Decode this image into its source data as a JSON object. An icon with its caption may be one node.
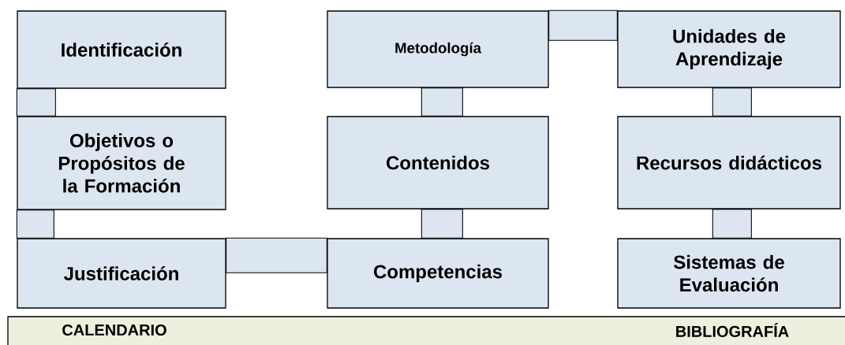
{
  "diagram": {
    "nodes": [
      {
        "text": [
          "Identificación"
        ]
      },
      {
        "text": [
          "Objetivos o Propósitos de la Formación"
        ]
      },
      {
        "text": [
          "Justificación"
        ]
      },
      {
        "text": [
          "Metodología"
        ]
      },
      {
        "text": [
          "Contenidos"
        ]
      },
      {
        "text": [
          "Competencias"
        ]
      },
      {
        "text": [
          "Unidades de Aprendizaje"
        ]
      },
      {
        "text": [
          "Recursos didácticos"
        ]
      },
      {
        "text": [
          "Sistemas de Evaluación"
        ]
      },
      {
        "text": [
          "CALENDARIO",
          "BIBLIOGRAFÍA"
        ]
      }
    ],
    "edges": [
      {
        "from": 0,
        "to": 1,
        "arrow": "none"
      },
      {
        "from": 1,
        "to": 2,
        "arrow": "none"
      },
      {
        "from": 2,
        "to": 5,
        "arrow": "none"
      },
      {
        "from": 5,
        "to": 4,
        "arrow": "none"
      },
      {
        "from": 4,
        "to": 3,
        "arrow": "none"
      },
      {
        "from": 3,
        "to": 6,
        "arrow": "none"
      },
      {
        "from": 6,
        "to": 7,
        "arrow": "none"
      },
      {
        "from": 7,
        "to": 8,
        "arrow": "none"
      }
    ]
  }
}
